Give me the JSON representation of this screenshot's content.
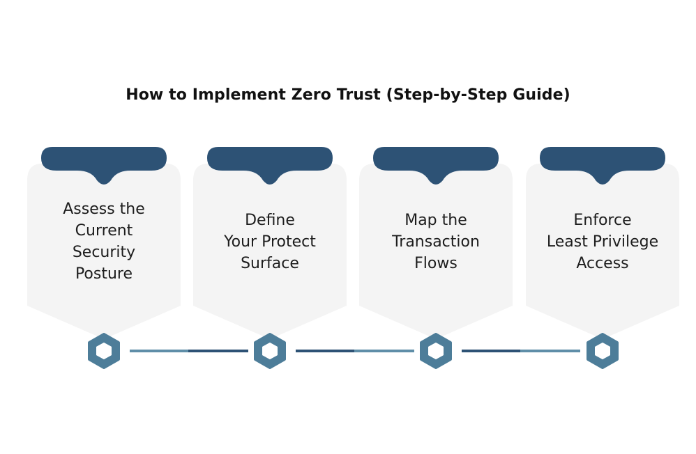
{
  "title": "How to Implement Zero Trust (Step-by-Step Guide)",
  "colors": {
    "card_fill": "#f4f4f4",
    "header_fill": "#2d5275",
    "hex_fill": "#4d7d99",
    "connector_light": "#5f8ea8",
    "connector_dark": "#2d5275",
    "text": "#1d1d1d"
  },
  "steps": [
    {
      "lines": [
        "Assess the",
        "Current",
        "Security",
        "Posture"
      ]
    },
    {
      "lines": [
        "Define",
        "Your Protect",
        "Surface"
      ]
    },
    {
      "lines": [
        "Map the",
        "Transaction",
        "Flows"
      ]
    },
    {
      "lines": [
        "Enforce",
        "Least Privilege",
        "Access"
      ]
    }
  ],
  "icons": [
    "hexagon-icon"
  ]
}
